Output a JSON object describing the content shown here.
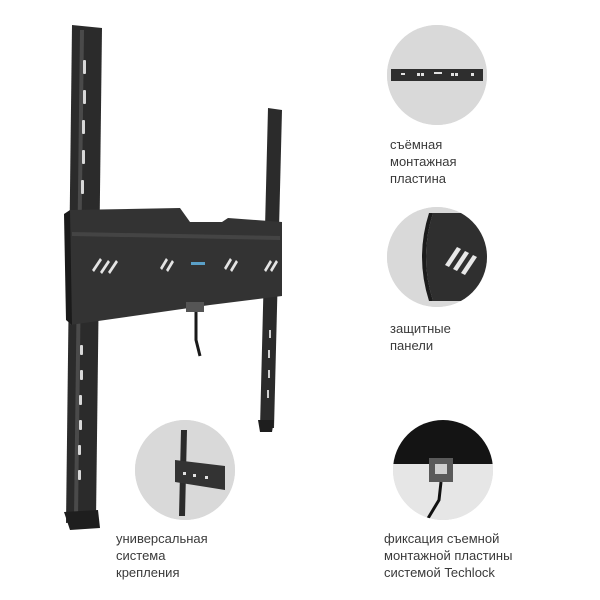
{
  "features": [
    {
      "id": "removable-plate",
      "lines": [
        "съёмная",
        "монтажная",
        "пластина"
      ]
    },
    {
      "id": "protective-panels",
      "lines": [
        "защитные",
        "панели"
      ]
    },
    {
      "id": "universal-mounting",
      "lines": [
        "универсальная",
        "система",
        "крепления"
      ]
    },
    {
      "id": "techlock",
      "lines": [
        "фиксация съемной",
        "монтажной пластины",
        "системой Techlock"
      ]
    }
  ]
}
